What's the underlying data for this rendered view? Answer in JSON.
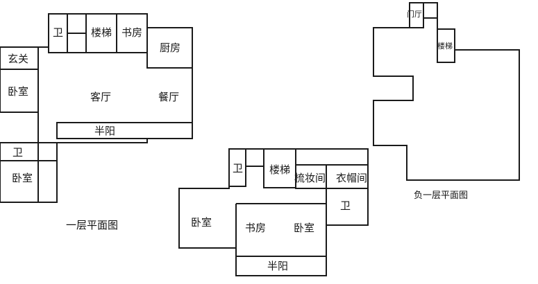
{
  "floor1": {
    "title": "一层平面图",
    "rooms": {
      "bath_top": "卫",
      "stairs": "楼梯",
      "study": "书房",
      "kitchen": "厨房",
      "foyer": "玄关",
      "bedroom_left": "卧室",
      "living": "客厅",
      "dining": "餐厅",
      "balcony": "半阳",
      "bath_left": "卫",
      "bedroom_bottom": "卧室"
    }
  },
  "floor2": {
    "rooms": {
      "bath": "卫",
      "stairs": "楼梯",
      "dressing": "梳妆间",
      "wardrobe": "衣帽间",
      "bath_right": "卫",
      "bedroom_left": "卧室",
      "study": "书房",
      "bedroom": "卧室",
      "balcony": "半阳"
    }
  },
  "basement": {
    "title": "负一层平面图",
    "rooms": {
      "entry_hall": "门厅",
      "stairs": "楼梯"
    }
  }
}
